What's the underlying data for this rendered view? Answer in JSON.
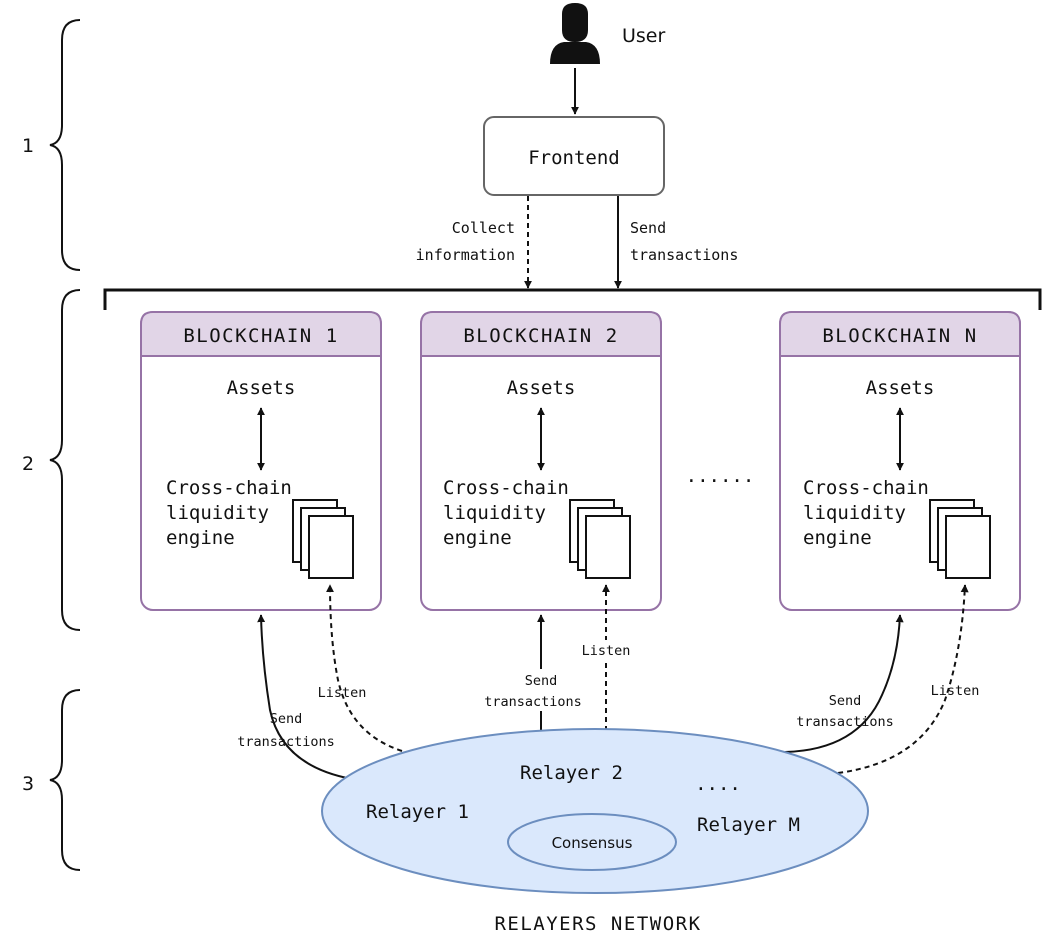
{
  "levels": [
    "1",
    "2",
    "3"
  ],
  "user": {
    "label": "User"
  },
  "frontend": {
    "label": "Frontend"
  },
  "frontend_edges": {
    "collect": [
      "Collect",
      "information"
    ],
    "send": [
      "Send",
      "transactions"
    ]
  },
  "blockchains": [
    {
      "title": "BLOCKCHAIN 1",
      "assets": "Assets",
      "engine": [
        "Cross-chain",
        "liquidity",
        "engine"
      ]
    },
    {
      "title": "BLOCKCHAIN 2",
      "assets": "Assets",
      "engine": [
        "Cross-chain",
        "liquidity",
        "engine"
      ]
    },
    {
      "title": "BLOCKCHAIN N",
      "assets": "Assets",
      "engine": [
        "Cross-chain",
        "liquidity",
        "engine"
      ]
    }
  ],
  "blockchain_gap_dots": "......",
  "relayer_edges": {
    "bc1_send": [
      "Send",
      "transactions"
    ],
    "bc1_listen": "Listen",
    "bc2_send": [
      "Send",
      "transactions"
    ],
    "bc2_listen": "Listen",
    "bcn_send": [
      "Send",
      "transactions"
    ],
    "bcn_listen": "Listen"
  },
  "network": {
    "relayer_1": "Relayer 1",
    "relayer_2": "Relayer 2",
    "relayer_m": "Relayer M",
    "dots": "....",
    "consensus": "Consensus",
    "caption": "RELAYERS NETWORK"
  },
  "colors": {
    "header_fill": "#e1d5e7",
    "border_purple": "#9673a6",
    "ellipse_fill": "#dae8fc",
    "ellipse_stroke": "#6c8ebf"
  }
}
